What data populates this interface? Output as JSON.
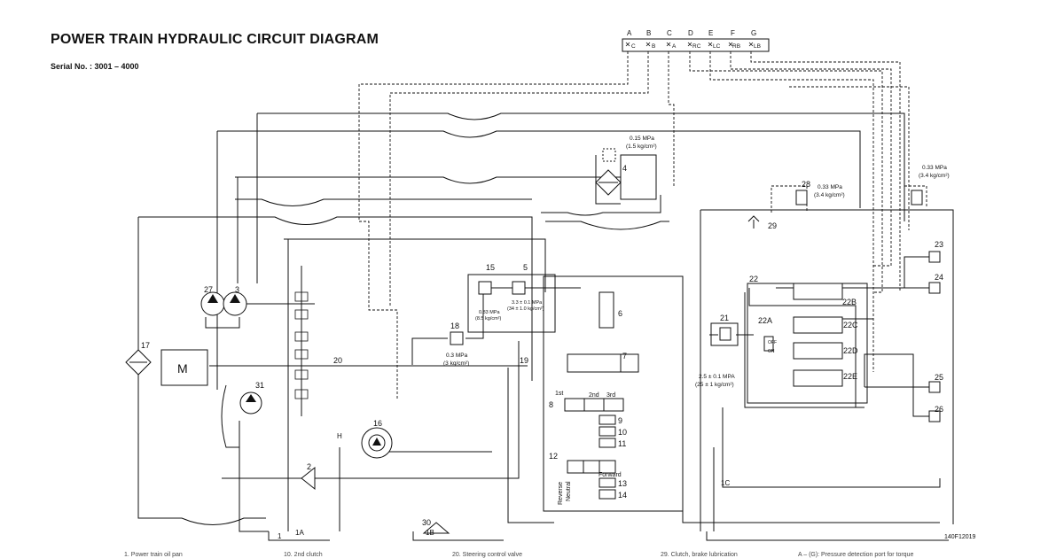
{
  "title": "POWER TRAIN HYDRAULIC CIRCUIT DIAGRAM",
  "serial": "Serial No. : 3001 – 4000",
  "figure_id": "140F12019",
  "ports": {
    "letters": [
      "A",
      "B",
      "C",
      "D",
      "E",
      "F",
      "G"
    ],
    "sublabels": [
      "C",
      "B",
      "A",
      "RC",
      "LC",
      "RB",
      "LB"
    ]
  },
  "components": {
    "c2": "2",
    "c3": "3",
    "c4": "4",
    "c5": "5",
    "c6": "6",
    "c7": "7",
    "c8": "8",
    "c9": "9",
    "c10": "10",
    "c11": "11",
    "c12": "12",
    "c13": "13",
    "c14": "14",
    "c15": "15",
    "c16": "16",
    "c17": "17",
    "c18": "18",
    "c19": "19",
    "c20": "20",
    "c21": "21",
    "c22": "22",
    "c22A": "22A",
    "c22B": "22B",
    "c22C": "22C",
    "c22D": "22D",
    "c22E": "22E",
    "c23": "23",
    "c24": "24",
    "c25": "25",
    "c26": "26",
    "c27": "27",
    "c28": "28",
    "c29": "29",
    "c30": "30",
    "c31": "31",
    "motor": "M",
    "h": "H"
  },
  "lines": {
    "l1": "1",
    "l1A": "1A",
    "l1B": "1B",
    "l1C": "1C"
  },
  "pressures": {
    "p015": "0.15 MPa",
    "p015k": "(1.5 kg/cm²)",
    "p033a": "0.33 MPa",
    "p033ak": "(3.4 kg/cm²)",
    "p033b": "0.33 MPa",
    "p033bk": "(3.4 kg/cm²)",
    "p083": "0.83 MPa",
    "p083k": "(8.5 kg/cm²)",
    "p33": "3.3 ± 0.1 MPa",
    "p33k": "(34 ± 1.0 kg/cm²)",
    "p03": "0.3 MPa",
    "p03k": "(3 kg/cm²)",
    "p25": "2.5 ± 0.1 MPA",
    "p25k": "(25 ± 1 kg/cm²)"
  },
  "shift": {
    "first": "1st",
    "second": "2nd",
    "third": "3rd",
    "forward": "Forward",
    "reverse": "Reverse",
    "neutral": "Neutral",
    "off": "OFF",
    "on": "ON"
  },
  "footer": {
    "f1": "1.  Power train oil pan",
    "f2": "10.  2nd clutch",
    "f3": "20.  Steering control valve",
    "f4": "29.  Clutch, brake lubrication",
    "f5": "A – (G):  Pressure detection port for torque"
  }
}
